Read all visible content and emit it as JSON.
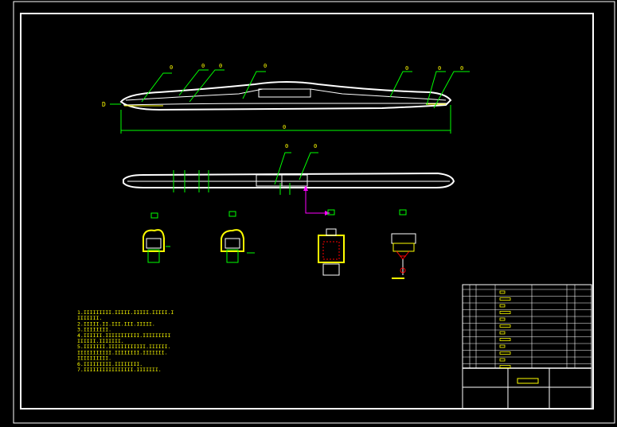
{
  "sheet": {
    "background": "#000000",
    "line_color": "#ffffff",
    "dim_color": "#00ff00",
    "label_color": "#ffff00",
    "accent_color": "#ff00ff",
    "weld_color": "#ff0000"
  },
  "labels": {
    "balloon": "0",
    "tag": "D",
    "overall_dim": "0"
  },
  "notes": {
    "lines": [
      "1.IIIIIIIII.IIIII.IIIII.IIIII.I",
      "IIIIIII.",
      "2.IIIII.II.III.III.IIIII.",
      "3.IIIIIIII.",
      "4.IIIIII.IIIIIIIIIII.IIIIIIIII",
      "IIIIII.IIIIIII.",
      "5.IIIIIII.IIIIIIIIIIII.IIIIII.",
      "IIIIIIIIIII.IIIIIIII.IIIIIII.",
      "IIIIIIIIII.",
      "6.IIIIIIIII.IIIIIIII.",
      "7.IIIIIIIIIIIIIIII.IIIIIII."
    ]
  }
}
